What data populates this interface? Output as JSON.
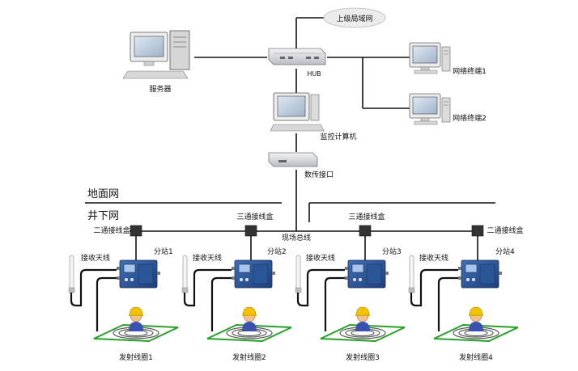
{
  "labels": {
    "superior_lan": "上级局域网",
    "hub": "HUB",
    "server": "服务器",
    "terminal_1": "网络终端1",
    "terminal_2": "网络终端2",
    "monitor_pc": "监控计算机",
    "data_interface": "数传接口",
    "surface_net": "地面网",
    "underground_net": "井下网",
    "field_bus": "现场总线",
    "tee_box_left": "二通接线盒",
    "tee_box_right": "二通接线盒",
    "three_way_box_1": "三通接线盒",
    "three_way_box_2": "三通接线盒",
    "substation_1": "分站1",
    "substation_2": "分站2",
    "substation_3": "分站3",
    "substation_4": "分站4",
    "antenna_1": "接收天线",
    "antenna_2": "接收天线",
    "antenna_3": "接收天线",
    "antenna_4": "接收天线",
    "coil_1": "发射线圈1",
    "coil_2": "发射线圈2",
    "coil_3": "发射线圈3",
    "coil_4": "发射线圈4"
  }
}
